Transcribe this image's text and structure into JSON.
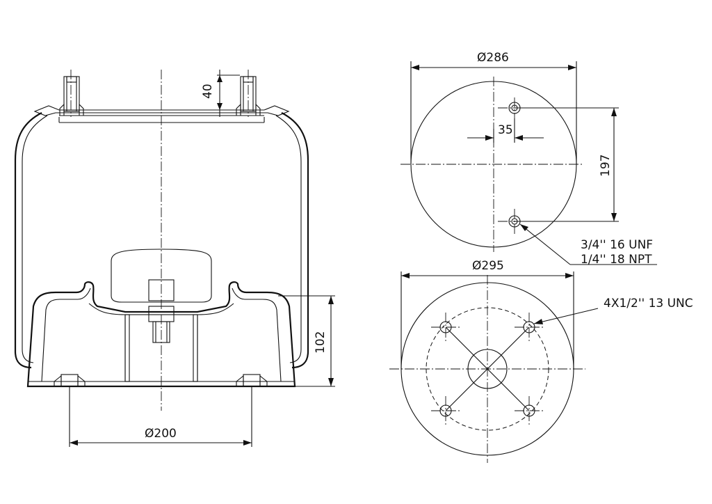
{
  "drawing": {
    "side_view": {
      "stud_height_label": "40",
      "piston_height_label": "102",
      "bottom_bolt_spacing_label": "Ø200"
    },
    "top_view": {
      "diameter_label": "Ø286",
      "hole_offset_label": "35",
      "hole_spacing_label": "197",
      "thread_note_line1": "3/4'' 16 UNF",
      "thread_note_line2": "1/4'' 18 NPT"
    },
    "bottom_view": {
      "diameter_label": "Ø295",
      "bolt_note": "4X1/2'' 13 UNC"
    }
  }
}
